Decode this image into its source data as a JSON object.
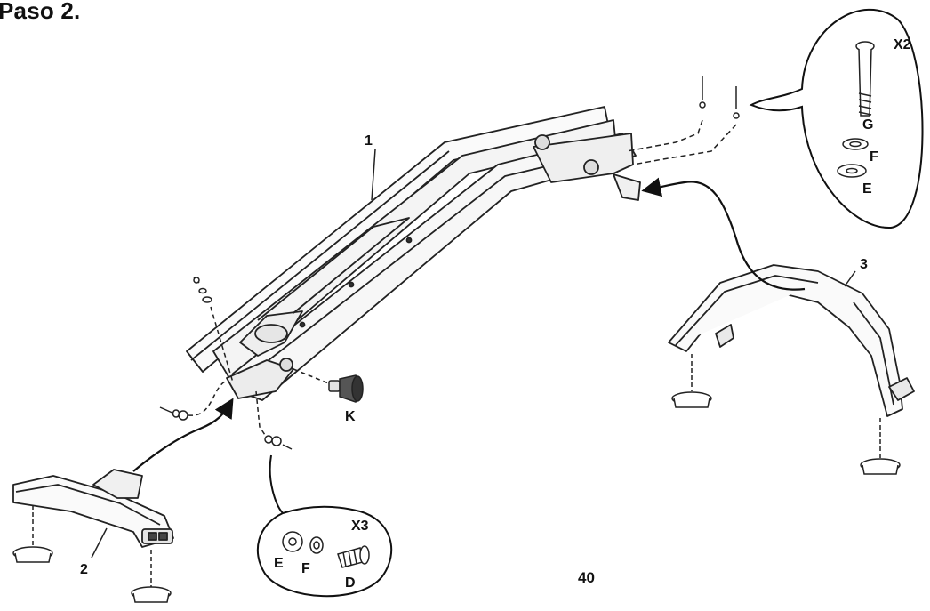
{
  "step_title": "Paso 2.",
  "page_number": "40",
  "part_labels": {
    "frame": "1",
    "front_stabilizer": "2",
    "rear_stabilizer": "3",
    "knob": "K"
  },
  "detail_top": {
    "quantity": "X2",
    "bolt": "G",
    "spring_washer": "F",
    "flat_washer": "E"
  },
  "detail_bottom": {
    "quantity": "X3",
    "flat_washer": "E",
    "spring_washer": "F",
    "bolt": "D"
  }
}
